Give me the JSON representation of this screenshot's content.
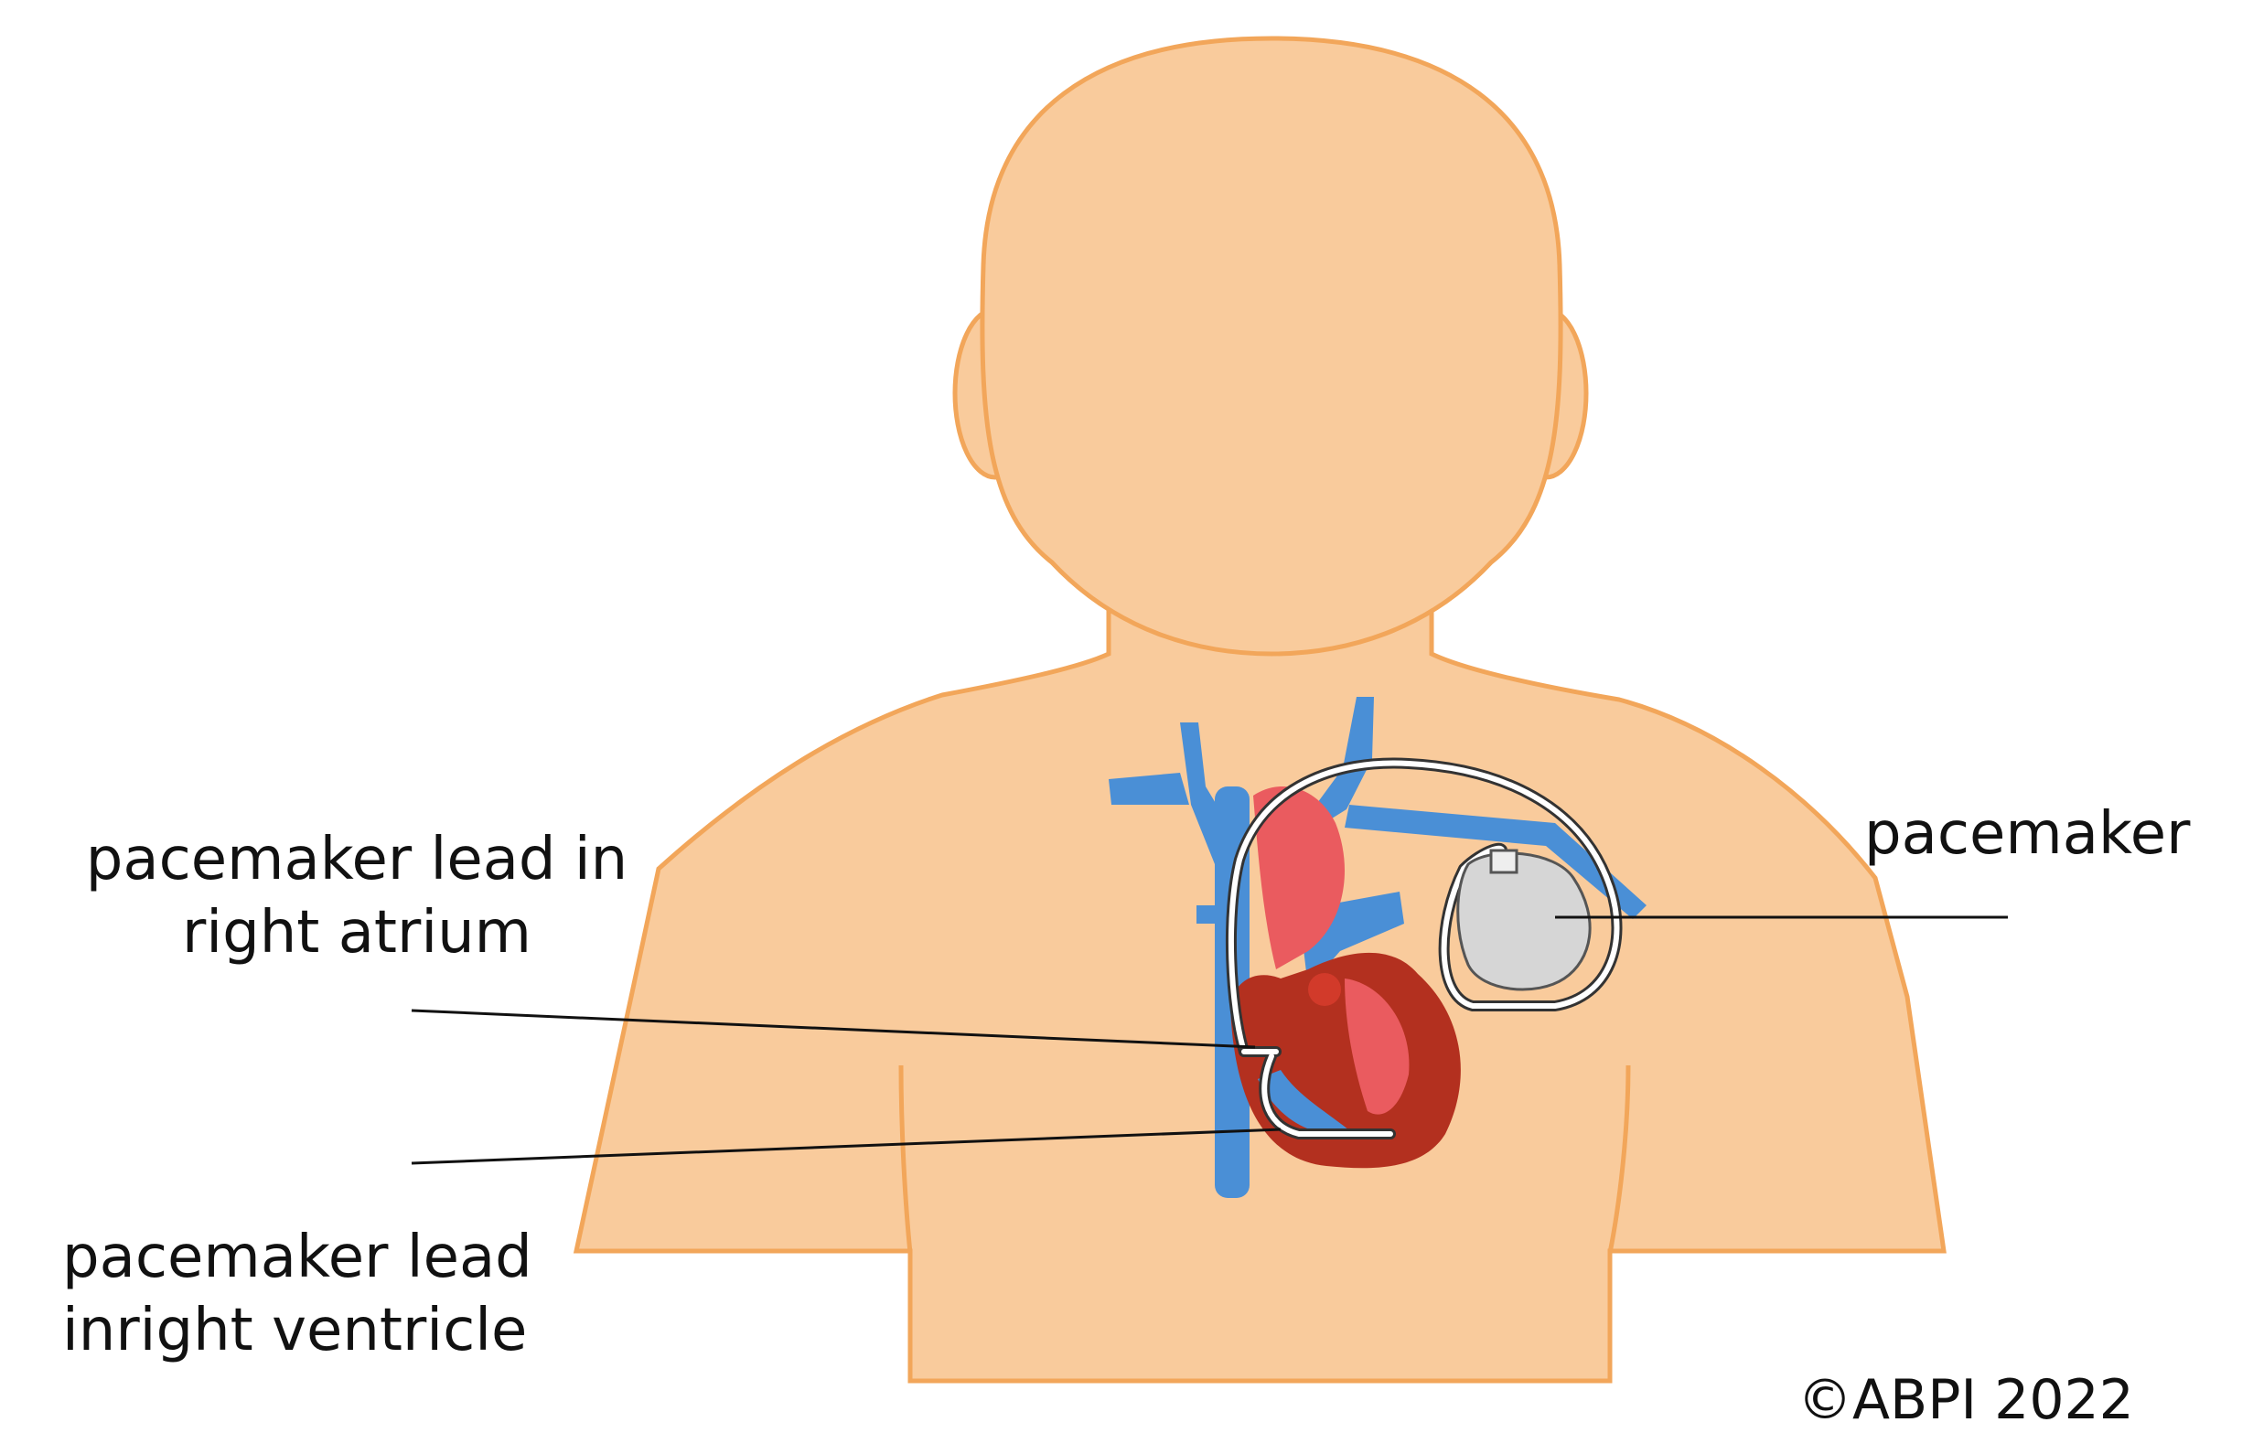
{
  "labels": {
    "lead_atrium": [
      "pacemaker lead in",
      "right atrium"
    ],
    "lead_ventricle": [
      "pacemaker lead",
      "inright ventricle"
    ],
    "pacemaker": "pacemaker",
    "copyright": "©ABPI 2022"
  },
  "colors": {
    "skin": "#f9cb9c",
    "outline": "#f2a65a",
    "vein": "#4a8fd6",
    "artery": "#ea5b5f",
    "muscle": "#b3301f",
    "device": "#d6d6d6",
    "lead": "#333333"
  }
}
